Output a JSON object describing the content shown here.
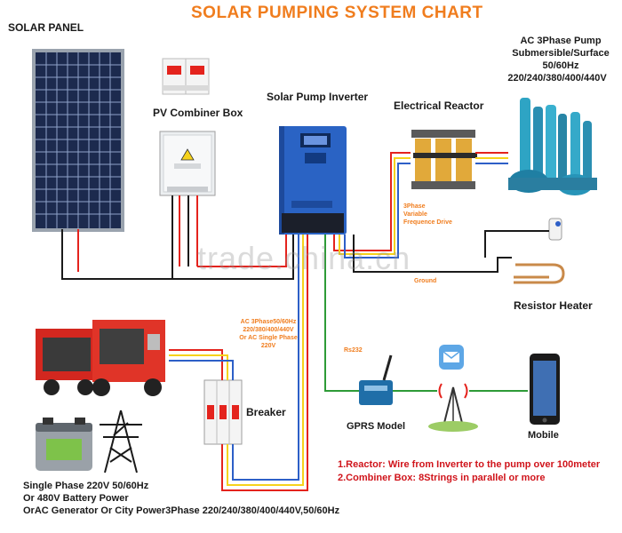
{
  "title": "SOLAR PUMPING SYSTEM CHART",
  "labels": {
    "solar_panel": "SOLAR PANEL",
    "pv_combiner_box": "PV Combiner Box",
    "solar_pump_inverter": "Solar Pump Inverter",
    "electrical_reactor": "Electrical Reactor",
    "pump_line1": "AC 3Phase Pump",
    "pump_line2": "Submersible/Surface",
    "pump_line3": "50/60Hz",
    "pump_line4": "220/240/380/400/440V",
    "resistor_heater": "Resistor Heater",
    "breaker": "Breaker",
    "gprs_model": "GPRS Model",
    "mobile": "Mobile",
    "source_line1": "Single Phase 220V 50/60Hz",
    "source_line2": "Or 480V Battery Power",
    "source_line3": "OrAC Generator Or City Power3Phase 220/240/380/400/440V,50/60Hz"
  },
  "wire_labels": {
    "three_phase_line1": "3Phase",
    "three_phase_line2": "Variable",
    "three_phase_line3": "Frequence Drive",
    "ground": "Ground",
    "rs232": "Rs232",
    "ac_line1": "AC 3Phase50/60Hz",
    "ac_line2": "220/380/400/440V",
    "ac_line3": "Or AC Single Phase",
    "ac_line4": "220V"
  },
  "notes": {
    "note1": "1.Reactor: Wire from Inverter to the pump over 100meter",
    "note2": "2.Combiner Box: 8Strings in parallel or more"
  },
  "watermark": "trade.china.cn",
  "colors": {
    "title": "#f07d1e",
    "notes": "#d0141b",
    "wire_label": "#f07d1e",
    "wire_red": "#e4231d",
    "wire_yellow": "#f6d21b",
    "wire_blue": "#2d5fc7",
    "wire_green": "#2e9b37",
    "wire_black": "#1a1a1a",
    "inverter": "#2a63c4"
  }
}
